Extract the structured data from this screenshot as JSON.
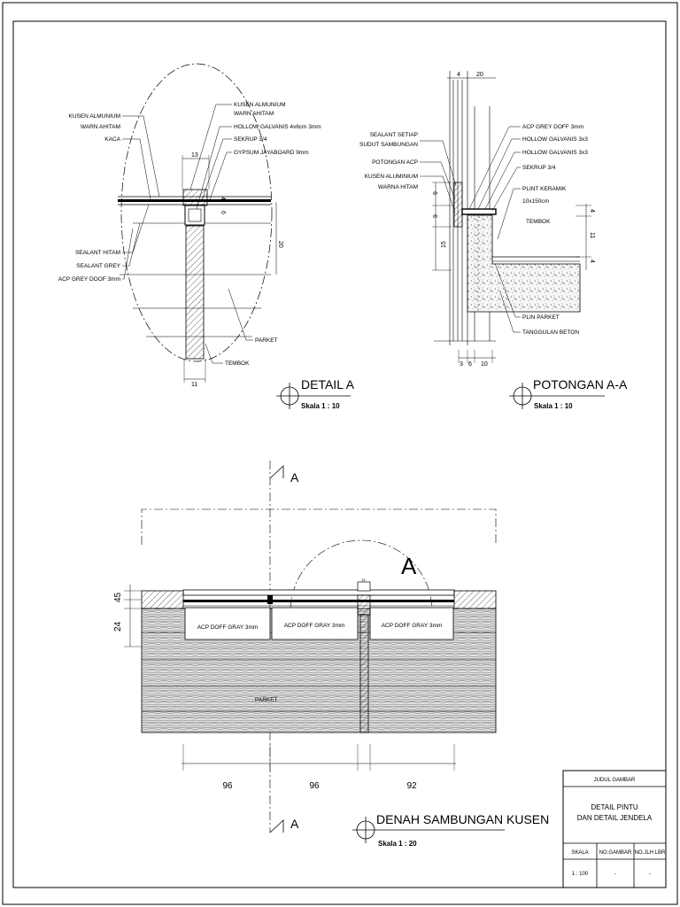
{
  "detail_a": {
    "title": "DETAIL A",
    "scale": "Skala 1 : 10",
    "labels": {
      "kusen_almunium": "KUSEN ALMUNIUM",
      "warn_ahitam": "WARN AHITAM",
      "kaca": "KACA",
      "sealant_hitam": "SEALANT HITAM",
      "sealant_grey": "SEALANT GREY",
      "acp_grey_doof": "ACP GREY DOOF 3mm",
      "kusen_almunium_r": "KUSEN ALMUNIUM",
      "warn_ahitam_r": "WARN AHITAM",
      "hollow": "HOLLOW GALVANIS 4x6cm 3mm",
      "sekrup": "SEKRUP 3/4",
      "gypsum": "GYPSUM JAYABOARD 9mm",
      "parket": "PARKET",
      "tembok": "TEMBOK"
    },
    "dims": {
      "top": "13",
      "right": "20",
      "bottom": "11",
      "small_a": "4",
      "small_b": "6"
    }
  },
  "potongan": {
    "title": "POTONGAN A-A",
    "scale": "Skala 1 : 10",
    "labels": {
      "sealant_setiap": "SEALANT SETIAP",
      "sudut": "SUDUT SAMBUNGAN",
      "potongan_acp": "POTONGAN ACP",
      "kusen_aluminium": "KUSEN ALUMINIUM",
      "warna_hitam": "WARNA HITAM",
      "acp_grey_doff": "ACP GREY DOFF 3mm",
      "hollow1": "HOLLOW GALVANIS 3x3",
      "hollow2": "HOLLOW GALVANIS 3x3",
      "sekrup": "SEKRUP 3/4",
      "plint": "PLINT KERAMIK",
      "plint_size": "10x150cm",
      "tembok": "TEMBOK",
      "plin_parket": "PLIN PARKET",
      "tanggulan": "TANGGULAN BETON"
    },
    "dims": {
      "top_a": "4",
      "top_b": "20",
      "left_a": "9",
      "left_b": "9",
      "left_c": "15",
      "right_a": "4",
      "right_b": "11",
      "right_c": "4",
      "bot_a": "3",
      "bot_b": "6",
      "bot_c": "10"
    }
  },
  "denah": {
    "title": "DENAH SAMBUNGAN KUSEN",
    "scale": "Skala 1 : 20",
    "section_mark": "A",
    "detail_mark": "A",
    "panel_labels": [
      "ACP DOFF GRAY 3mm",
      "ACP DOFF GRAY 3mm",
      "ACP DOFF GRAY 3mm"
    ],
    "parket": "PARKET",
    "dims_bottom": [
      "96",
      "96",
      "92"
    ],
    "dims_left": [
      "45",
      "24"
    ],
    "dim_top_small": "13"
  },
  "title_block": {
    "header": "JUDUL GAMBAR",
    "title_line1": "DETAIL PINTU",
    "title_line2": "DAN DETAIL JENDELA",
    "col_skala": "SKALA",
    "col_no": "NO.GAMBAR",
    "col_jml": "NO.JLH LBR",
    "val_skala": "1 : 100",
    "val_no": "-",
    "val_jml": "-"
  }
}
